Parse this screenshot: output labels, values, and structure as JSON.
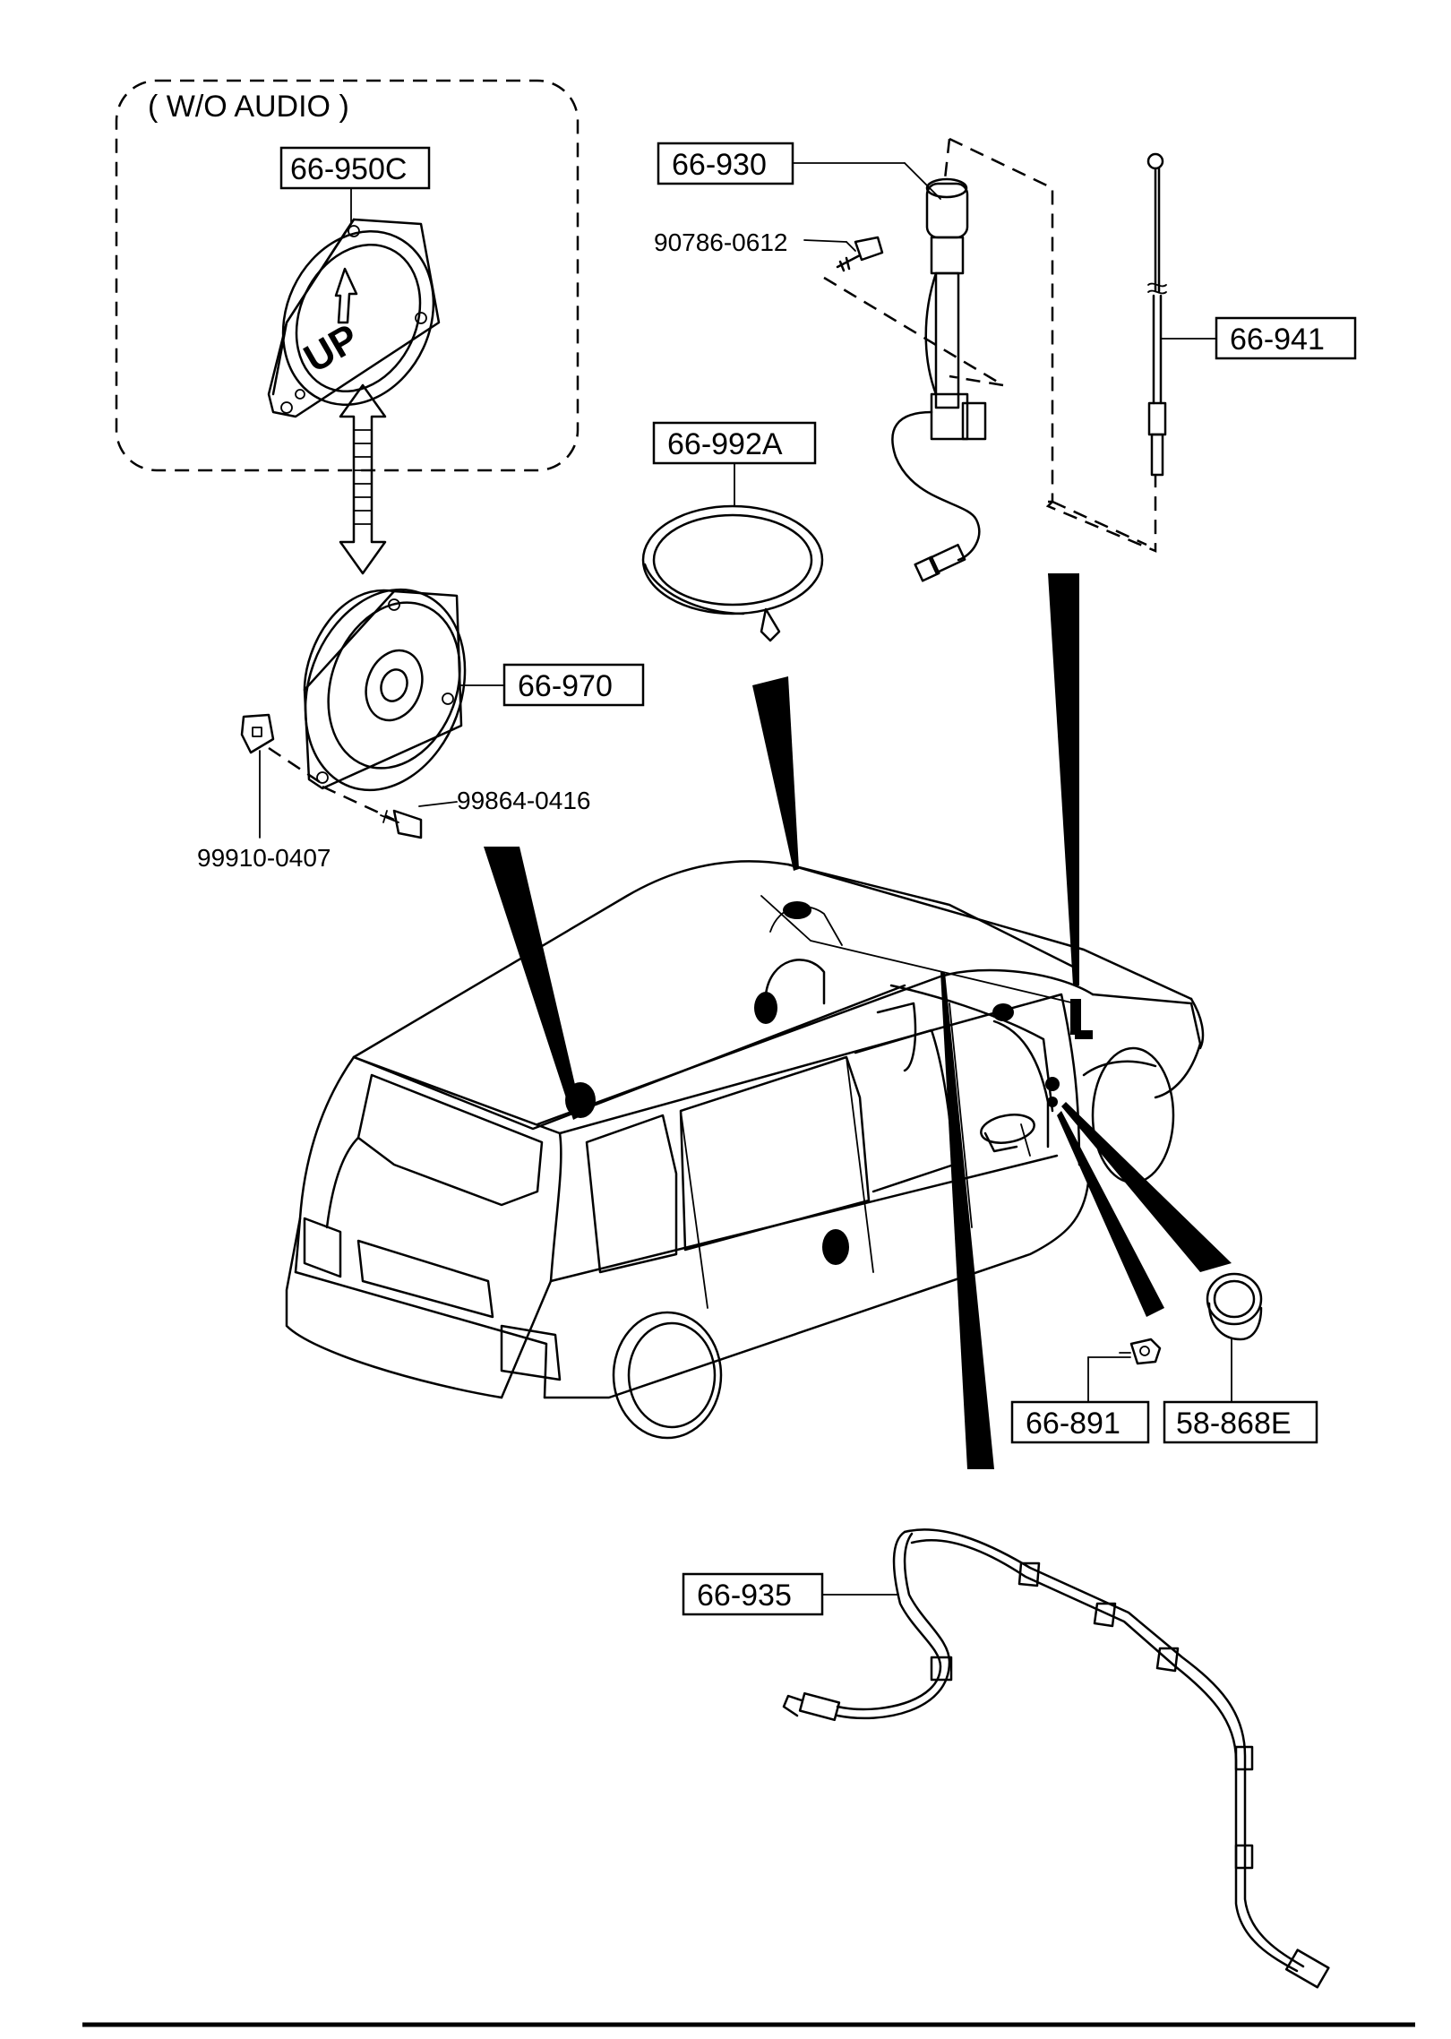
{
  "variant_group": {
    "caption": "( W/O AUDIO )"
  },
  "parts": {
    "p66_950C": "66-950C",
    "p66_930": "66-930",
    "p66_941": "66-941",
    "p66_992A": "66-992A",
    "p66_970": "66-970",
    "p66_891": "66-891",
    "p58_868E": "58-868E",
    "p66_935": "66-935"
  },
  "fasteners": {
    "f90786_0612": "90786-0612",
    "f99864_0416": "99864-0416",
    "f99910_0407": "99910-0407"
  },
  "speaker_marking": {
    "arrow_text": "UP"
  }
}
